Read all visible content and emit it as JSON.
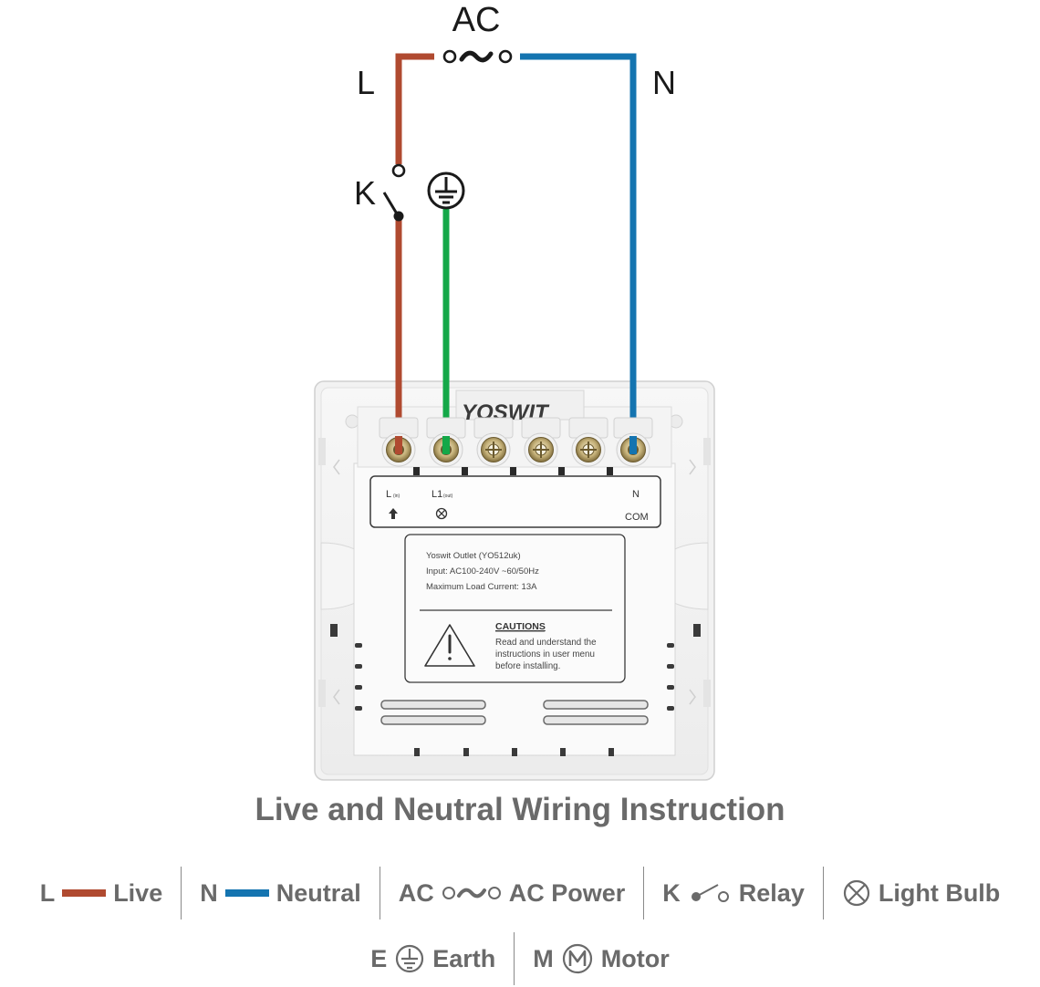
{
  "diagram": {
    "ac_label": "AC",
    "live_label": "L",
    "neutral_label": "N",
    "relay_label": "K",
    "brand": "YOSWIT",
    "terminals": {
      "l_in": "L",
      "l_in_sub": "(in)",
      "l1_out": "L1",
      "l1_out_sub": "(out)",
      "n": "N",
      "com": "COM"
    },
    "label_plate": {
      "line1": "Yoswit Outlet (YO512uk)",
      "line2": "Input: AC100-240V ~60/50Hz",
      "line3": "Maximum Load Current: 13A",
      "cautions_title": "CAUTIONS",
      "cautions_1": "Read and understand the",
      "cautions_2": "instructions in user menu",
      "cautions_3": "before installing."
    },
    "colors": {
      "live": "#b04a30",
      "neutral": "#1474b0",
      "earth": "#14a848",
      "text": "#6a6a6a"
    }
  },
  "title": "Live and Neutral Wiring Instruction",
  "legend": {
    "live": {
      "abbr": "L",
      "name": "Live"
    },
    "neutral": {
      "abbr": "N",
      "name": "Neutral"
    },
    "ac": {
      "abbr": "AC",
      "name": "AC Power"
    },
    "relay": {
      "abbr": "K",
      "name": "Relay"
    },
    "bulb": {
      "name": "Light Bulb"
    },
    "earth": {
      "abbr": "E",
      "name": "Earth"
    },
    "motor": {
      "abbr": "M",
      "name": "Motor"
    }
  }
}
